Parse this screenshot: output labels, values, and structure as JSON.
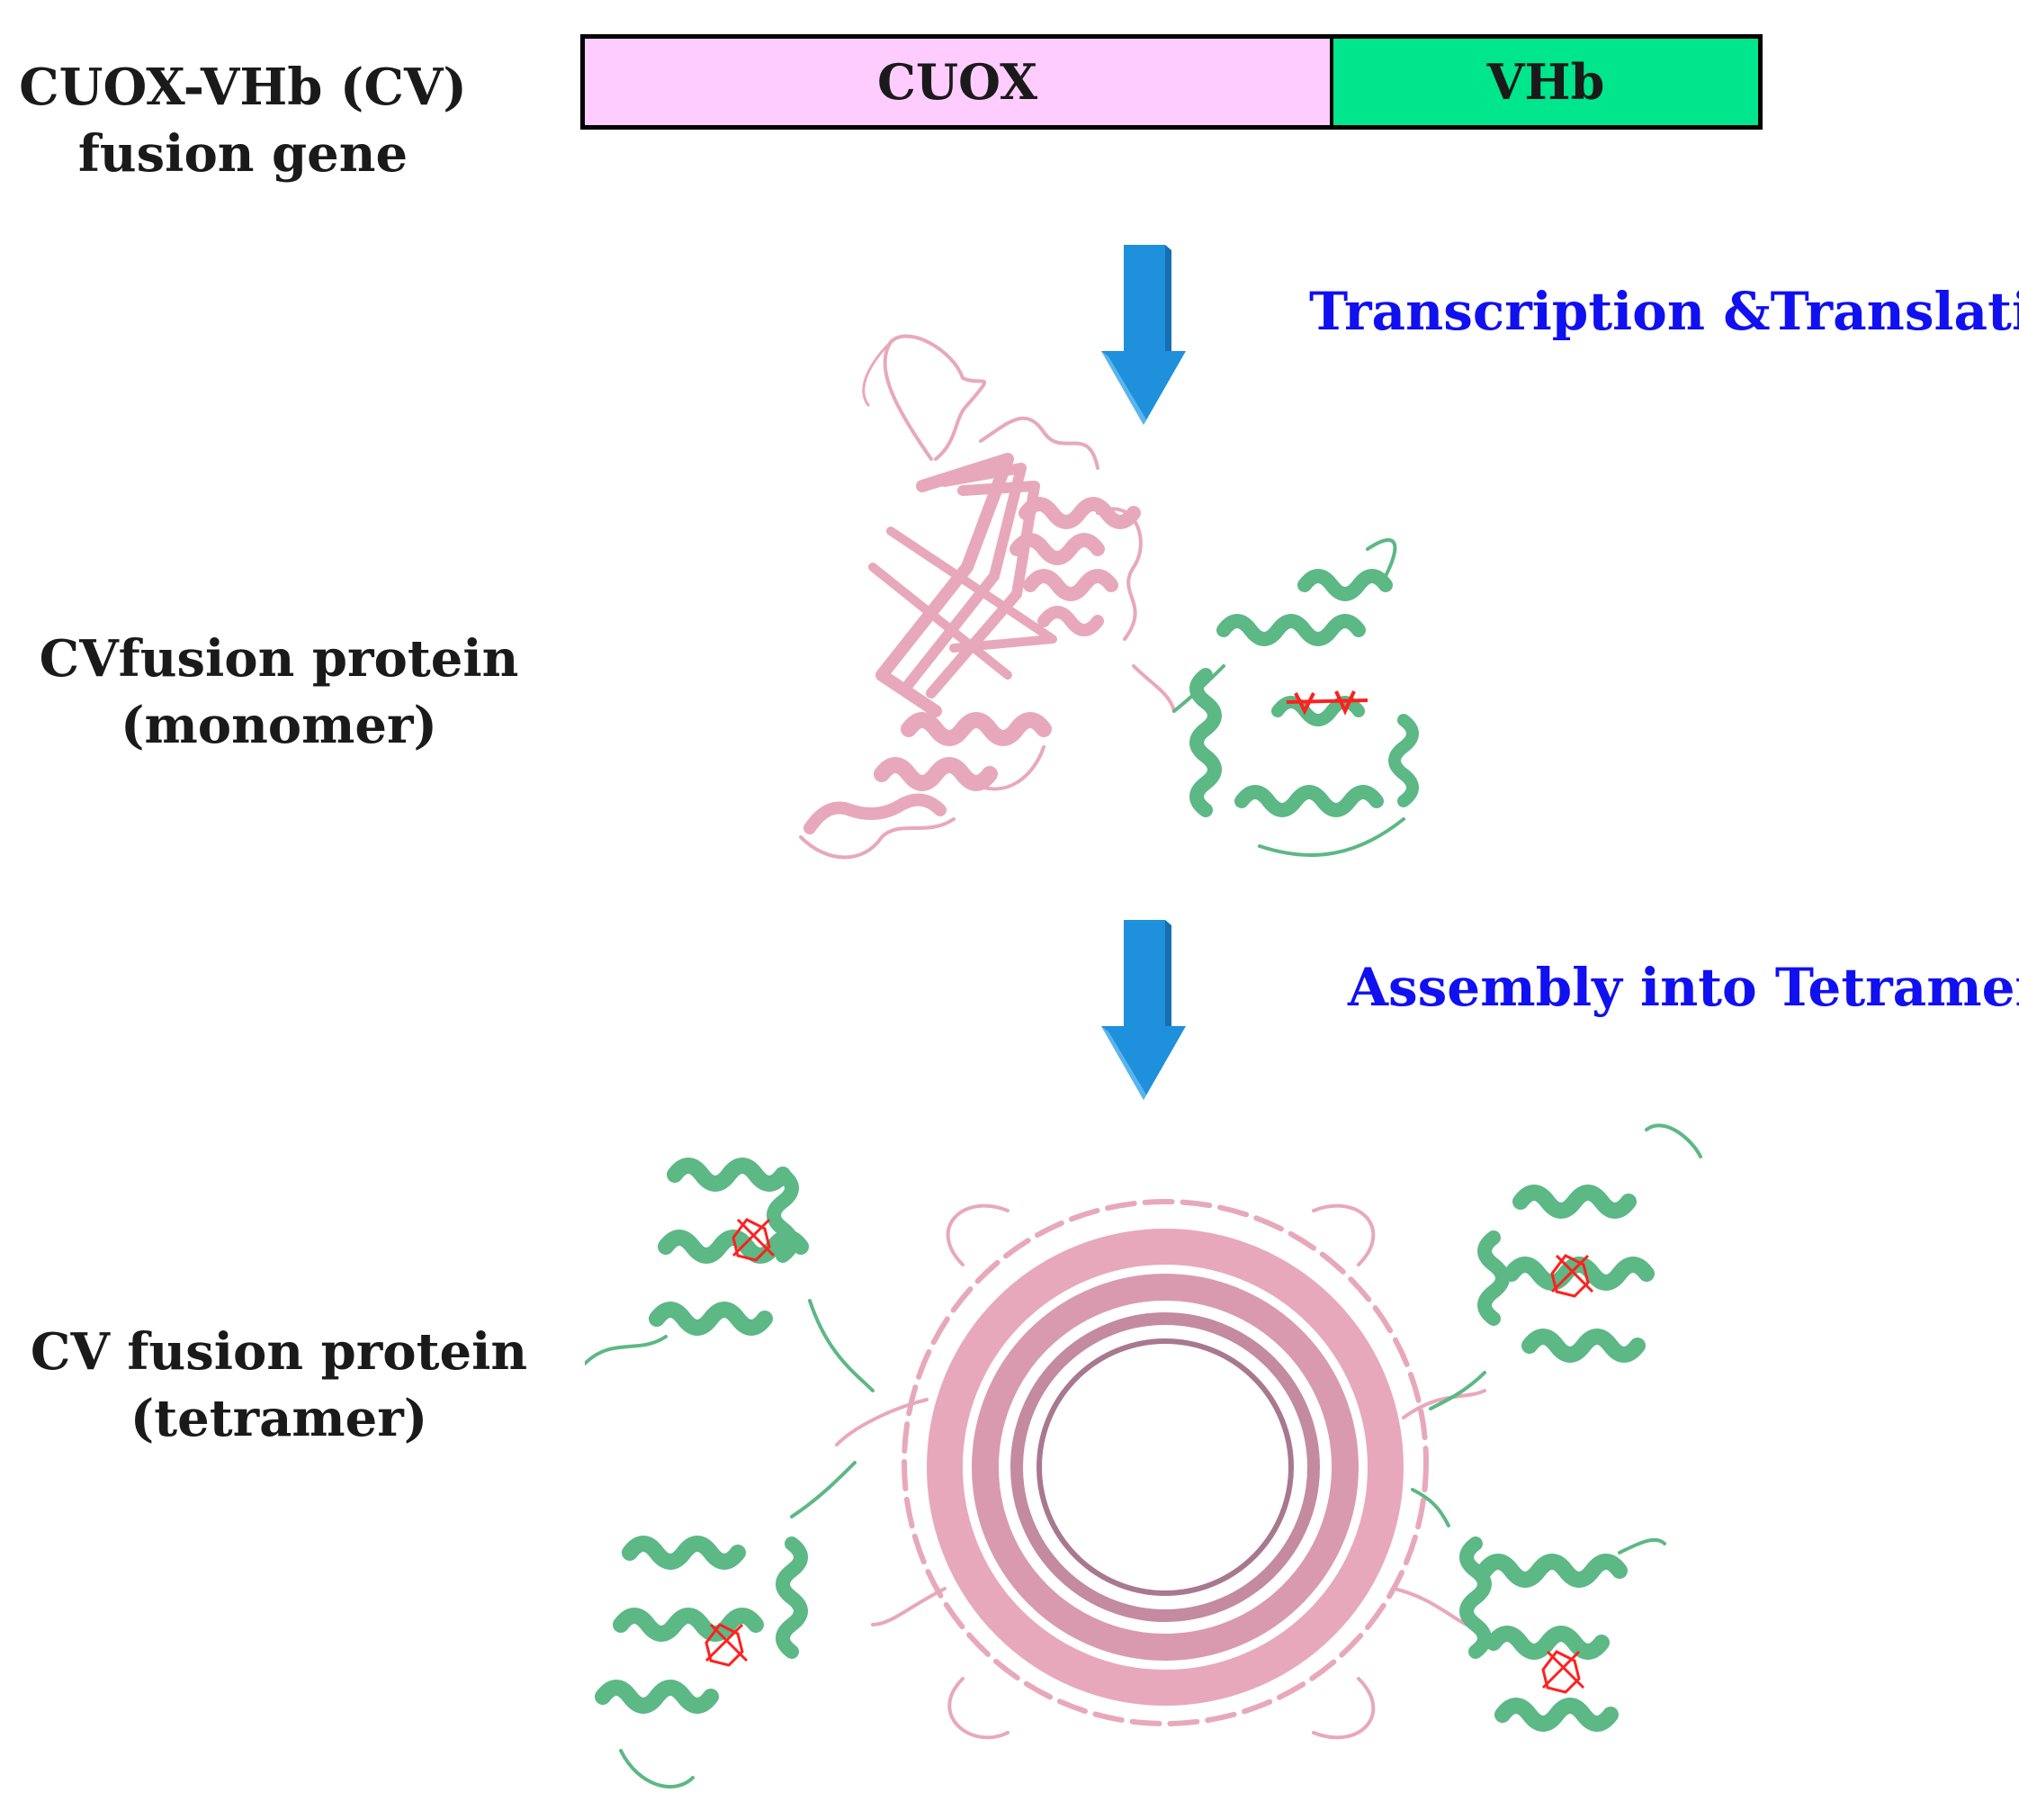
{
  "labels": {
    "gene": [
      "CUOX-VHb (CV)",
      "fusion gene"
    ],
    "monomer": [
      "CVfusion protein",
      "(monomer)"
    ],
    "tetramer": [
      "CV fusion protein",
      "(tetramer)"
    ]
  },
  "gene_bar": {
    "segments": [
      {
        "label": "CUOX",
        "color": "#ffccff"
      },
      {
        "label": "VHb",
        "color": "#00e68c"
      }
    ]
  },
  "steps": {
    "step1": "Transcription &Translation",
    "step2": "Assembly into Tetramer"
  },
  "colors": {
    "cuox_domain": "#e8a8bc",
    "vhb_domain": "#5cb884",
    "heme": "#ff2020",
    "arrow": "#1e90dc",
    "caption": "#1010f0"
  },
  "structures": {
    "monomer": "cuox-vhb-monomer-ribbon",
    "tetramer": "cuox-vhb-tetramer-ribbon"
  }
}
